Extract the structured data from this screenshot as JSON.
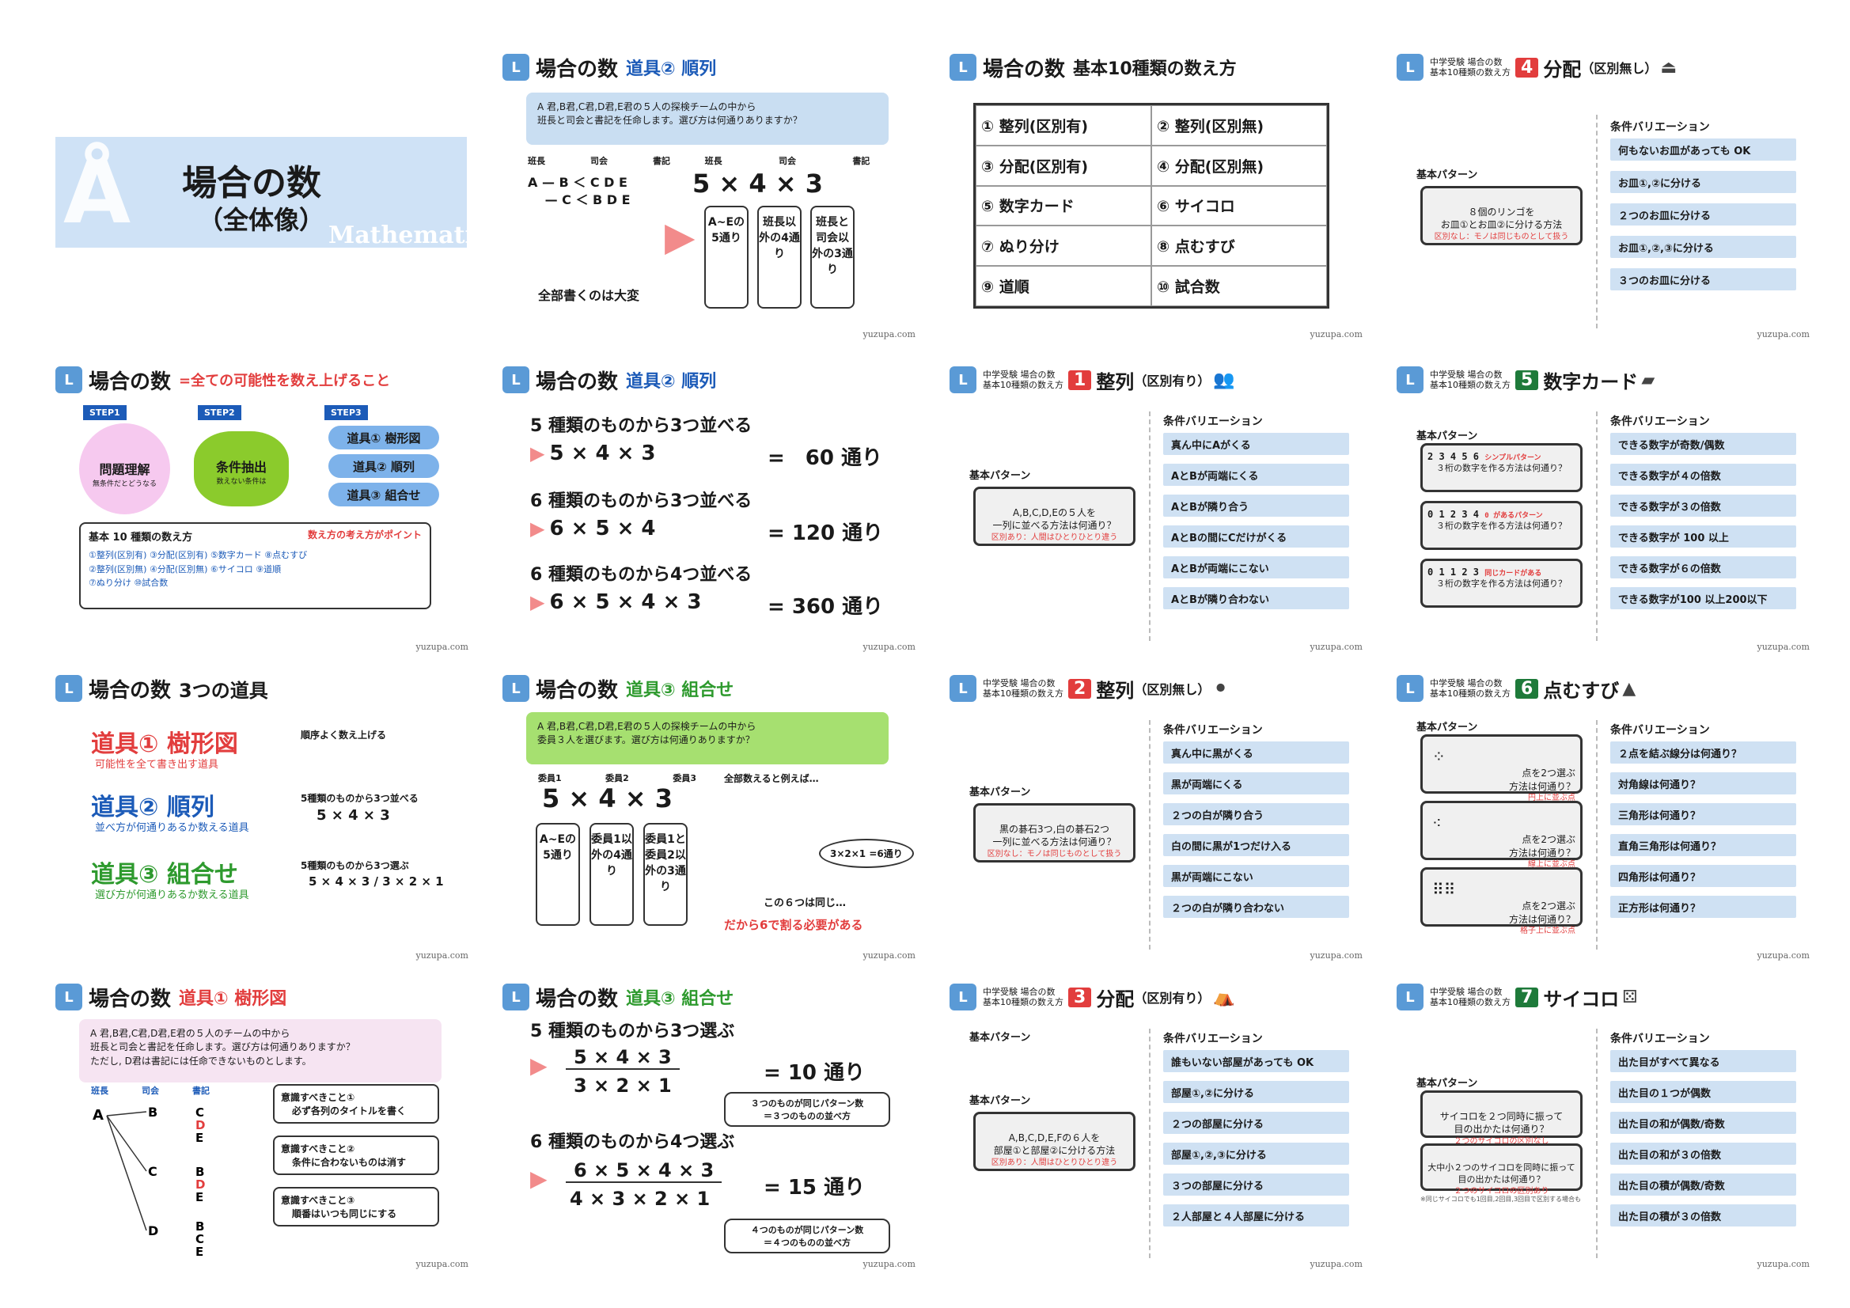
{
  "credit": "yuzupa.com",
  "cover": {
    "title": "場合の数",
    "subtitle": "（全体像）",
    "watermark": "Mathematics"
  },
  "s_permA": {
    "title": "場合の数",
    "sub": "道具② 順列",
    "question": "A 君,B君,C君,D君,E君の５人の探検チームの中から\n班長と司会と書記を任命します。選び方は何通りありますか？",
    "cols": [
      "班長",
      "司会",
      "書記"
    ],
    "tree": "A — B ＜ C D E\n　 — C ＜ B D E",
    "eq": "5 × 4 × 3",
    "boxes": [
      "A~Eの5通り",
      "班長以外の4通り",
      "班長と司会以外の3通り"
    ],
    "note": "全部書くのは大変"
  },
  "s_ten": {
    "title": "場合の数",
    "sub": "基本10種類の数え方",
    "cells": [
      "① 整列(区別有)",
      "② 整列(区別無)",
      "③ 分配(区別有)",
      "④ 分配(区別無)",
      "⑤ 数字カード",
      "⑥ サイコロ",
      "⑦ ぬり分け",
      "⑧ 点むすび",
      "⑨ 道順",
      "⑩ 試合数"
    ]
  },
  "s4": {
    "mini": "中学受験 場合の数\n基本10種類の数え方",
    "num": "4",
    "topic": "分配",
    "bracket": "（区別無し）",
    "pat_label": "基本パターン",
    "pat": "８個のリンゴを\nお皿①とお皿②に分ける方法",
    "pat_note": "区別なし：モノは同じものとして扱う",
    "var_label": "条件バリエーション",
    "vars": [
      "何もないお皿があっても OK",
      "お皿①,②に分ける",
      "２つのお皿に分ける",
      "お皿①,②,③に分ける",
      "３つのお皿に分ける"
    ]
  },
  "s_all": {
    "title": "場合の数",
    "sub": "=全ての可能性を数え上げること",
    "steps": [
      "STEP1",
      "STEP2",
      "STEP3"
    ],
    "s1": "問題理解",
    "s1s": "無条件だとどうなる",
    "s2": "条件抽出",
    "s2s": "数えない条件は",
    "tools": [
      "道具① 樹形図",
      "道具② 順列",
      "道具③ 組合せ"
    ],
    "box_title": "基本 10 種類の数え方",
    "box_point": "数え方の考え方がポイント",
    "box_items": "①整列(区別有) ③分配(区別有) ⑤数字カード ⑧点むすび\n②整列(区別無) ④分配(区別無) ⑥サイコロ ⑨道順\n⑦ぬり分け ⑩試合数"
  },
  "s_permB": {
    "title": "場合の数",
    "sub": "道具② 順列",
    "lines": [
      {
        "q": "5 種類のものから3つ並べる",
        "eq": "5 × 4 × 3",
        "ans": "=　60 通り"
      },
      {
        "q": "6 種類のものから3つ並べる",
        "eq": "6 × 5 × 4",
        "ans": "= 120 通り"
      },
      {
        "q": "6 種類のものから4つ並べる",
        "eq": "6 × 5 × 4 × 3",
        "ans": "= 360 通り"
      }
    ]
  },
  "s1": {
    "mini": "中学受験 場合の数\n基本10種類の数え方",
    "num": "1",
    "topic": "整列",
    "bracket": "（区別有り）",
    "pat_label": "基本パターン",
    "pat": "A,B,C,D,Eの５人を\n一列に並べる方法は何通り？",
    "pat_note": "区別あり：人間はひとりひとり違う",
    "var_label": "条件バリエーション",
    "vars": [
      "真ん中にAがくる",
      "AとBが両端にくる",
      "AとBが隣り合う",
      "AとBの間にCだけがくる",
      "AとBが両端にこない",
      "AとBが隣り合わない"
    ]
  },
  "s5": {
    "mini": "中学受験 場合の数\n基本10種類の数え方",
    "num": "5",
    "topic": "数字カード",
    "pat_label": "基本パターン",
    "cards": [
      {
        "digits": "2 3 4 5 6",
        "tag": "シンプルパターン",
        "q": "３桁の数字を作る方法は何通り？"
      },
      {
        "digits": "0 1 2 3 4",
        "tag": "0 があるパターン",
        "q": "３桁の数字を作る方法は何通り？"
      },
      {
        "digits": "0 1 1 2 3",
        "tag": "同じカードがある",
        "q": "３桁の数字を作る方法は何通り？"
      }
    ],
    "var_label": "条件バリエーション",
    "vars": [
      "できる数字が奇数/偶数",
      "できる数字が４の倍数",
      "できる数字が３の倍数",
      "できる数字が 100 以上",
      "できる数字が６の倍数",
      "できる数字が100 以上200以下"
    ]
  },
  "s_three": {
    "title": "場合の数",
    "sub": "3つの道具",
    "t1": "道具① 樹形図",
    "t1s": "可能性を全て書き出す道具",
    "t1r": "順序よく数え上げる",
    "t2": "道具② 順列",
    "t2s": "並べ方が何通りあるか数える道具",
    "t2r": "5種類のものから3つ並べる",
    "t2e": "5 × 4 × 3",
    "t3": "道具③ 組合せ",
    "t3s": "選び方が何通りあるか数える道具",
    "t3r": "5種類のものから3つ選ぶ",
    "t3e": "5 × 4 × 3 / 3 × 2 × 1"
  },
  "s_combA": {
    "title": "場合の数",
    "sub": "道具③ 組合せ",
    "question": "A 君,B君,C君,D君,E君の５人の探検チームの中から\n委員３人を選びます。選び方は何通りありますか？",
    "cols": [
      "委員1",
      "委員2",
      "委員3"
    ],
    "eq": "5 × 4 × 3",
    "boxes": [
      "A~Eの5通り",
      "委員1以外の4通り",
      "委員1と委員2以外の3通り"
    ],
    "list_title": "全部数えると例えば…",
    "bubble": "3×2×1 =6通り",
    "same": "この６つは同じ…",
    "conclusion": "だから6で割る必要がある"
  },
  "s2": {
    "mini": "中学受験 場合の数\n基本10種類の数え方",
    "num": "2",
    "topic": "整列",
    "bracket": "（区別無し）",
    "pat_label": "基本パターン",
    "pat": "黒の碁石3つ,白の碁石2つ\n一列に並べる方法は何通り？",
    "pat_note": "区別なし：モノは同じものとして扱う",
    "var_label": "条件バリエーション",
    "vars": [
      "真ん中に黒がくる",
      "黒が両端にくる",
      "２つの白が隣り合う",
      "白の間に黒が1つだけ入る",
      "黒が両端にこない",
      "２つの白が隣り合わない"
    ]
  },
  "s6": {
    "mini": "中学受験 場合の数\n基本10種類の数え方",
    "num": "6",
    "topic": "点むすび",
    "pat_label": "基本パターン",
    "pats": [
      {
        "q": "点を2つ選ぶ\n方法は何通り？",
        "n": "円上に並ぶ点"
      },
      {
        "q": "点を2つ選ぶ\n方法は何通り？",
        "n": "線上に並ぶ点"
      },
      {
        "q": "点を2つ選ぶ\n方法は何通り？",
        "n": "格子上に並ぶ点"
      }
    ],
    "var_label": "条件バリエーション",
    "vars": [
      "２点を結ぶ線分は何通り？",
      "対角線は何通り？",
      "三角形は何通り？",
      "直角三角形は何通り？",
      "四角形は何通り？",
      "正方形は何通り？"
    ]
  },
  "s_tree": {
    "title": "場合の数",
    "sub": "道具① 樹形図",
    "question": "A 君,B君,C君,D君,E君の５人のチームの中から\n班長と司会と書記を任命します。選び方は何通りありますか？\nただし, D君は書記には任命できないものとします。",
    "cols": [
      "班長",
      "司会",
      "書記"
    ],
    "notes": [
      {
        "h": "意識すべきこと①",
        "b": "必ず各列のタイトルを書く"
      },
      {
        "h": "意識すべきこと②",
        "b": "条件に合わないものは消す"
      },
      {
        "h": "意識すべきこと③",
        "b": "順番はいつも同じにする"
      }
    ]
  },
  "s_combB": {
    "title": "場合の数",
    "sub": "道具③ 組合せ",
    "q1": "5 種類のものから3つ選ぶ",
    "n1": "5 × 4 × 3",
    "d1": "3 × 2 × 1",
    "a1": "= 10 通り",
    "c1": "３つのものが同じパターン数\n＝３つのものの並べ方",
    "q2": "6 種類のものから4つ選ぶ",
    "n2": "6 × 5 × 4 × 3",
    "d2": "4 × 3 × 2 × 1",
    "a2": "= 15 通り",
    "c2": "４つのものが同じパターン数\n＝４つのものの並べ方"
  },
  "s3": {
    "mini": "中学受験 場合の数\n基本10種類の数え方",
    "num": "3",
    "topic": "分配",
    "bracket": "（区別有り）",
    "pat_label": "基本パターン",
    "pat": "A,B,C,D,E,Fの６人を\n部屋①と部屋②に分ける方法",
    "pat_note": "区別あり：人間はひとりひとり違う",
    "var_label": "条件バリエーション",
    "vars": [
      "誰もいない部屋があっても OK",
      "部屋①,②に分ける",
      "２つの部屋に分ける",
      "部屋①,②,③に分ける",
      "３つの部屋に分ける",
      "２人部屋と４人部屋に分ける"
    ]
  },
  "s7": {
    "mini": "中学受験 場合の数\n基本10種類の数え方",
    "num": "7",
    "topic": "サイコロ",
    "pat_label": "基本パターン",
    "pats": [
      {
        "q": "サイコロを２つ同時に振って\n目の出かたは何通り？",
        "n": "２つのサイコロの区別なし"
      },
      {
        "q": "大中小２つのサイコロを同時に振って\n目の出かたは何通り？",
        "n": "２つのサイコロの区別あり"
      }
    ],
    "footnote": "※同じサイコロでも1回目,2回目,3回目で区別する場合も",
    "var_label": "条件バリエーション",
    "vars": [
      "出た目がすべて異なる",
      "出た目の１つが偶数",
      "出た目の和が偶数/奇数",
      "出た目の和が３の倍数",
      "出た目の積が偶数/奇数",
      "出た目の積が３の倍数"
    ]
  },
  "colors": {
    "blue": "#1c5bb8",
    "green": "#2e9a2e",
    "red": "#e23d3d",
    "light_blue": "#cfe1f3",
    "q_blue": "#c9def2",
    "q_green": "#a6e070",
    "q_pink": "#f6e4f2"
  }
}
